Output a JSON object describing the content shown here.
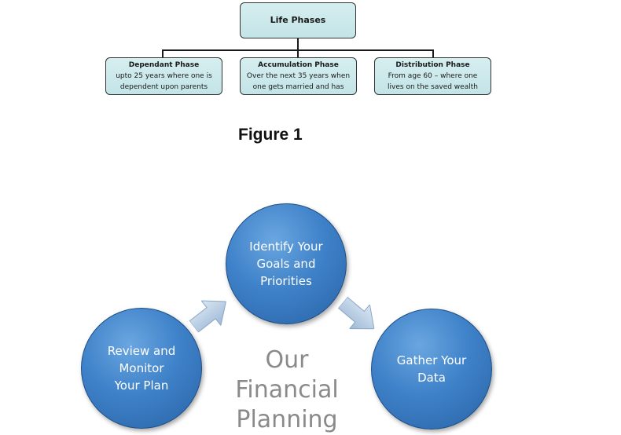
{
  "figure1": {
    "root": {
      "label": "Life Phases"
    },
    "phases": [
      {
        "title": "Dependant Phase",
        "line1": "upto 25 years where one is",
        "line2": "dependent upon parents"
      },
      {
        "title": "Accumulation Phase",
        "line1": "Over the next 35 years when",
        "line2": "one gets married and has"
      },
      {
        "title": "Distribution Phase",
        "line1": "From age 60 – where one",
        "line2": "lives on the saved wealth"
      }
    ],
    "caption": "Figure 1",
    "colors": {
      "box_fill": "#c9e7ea",
      "box_border": "#333333"
    }
  },
  "figure2": {
    "steps": [
      {
        "label": "Identify Your\nGoals and\nPriorities"
      },
      {
        "label": "Gather Your\nData"
      },
      {
        "label": "Review and\nMonitor\nYour Plan"
      }
    ],
    "center_text": "Our\nFinancial\nPlanning",
    "arrow_icon": "block-arrow-icon",
    "colors": {
      "circle": "#3f82c9",
      "arrow": "#b8cfe6",
      "center_text": "#8a8a8a"
    }
  }
}
